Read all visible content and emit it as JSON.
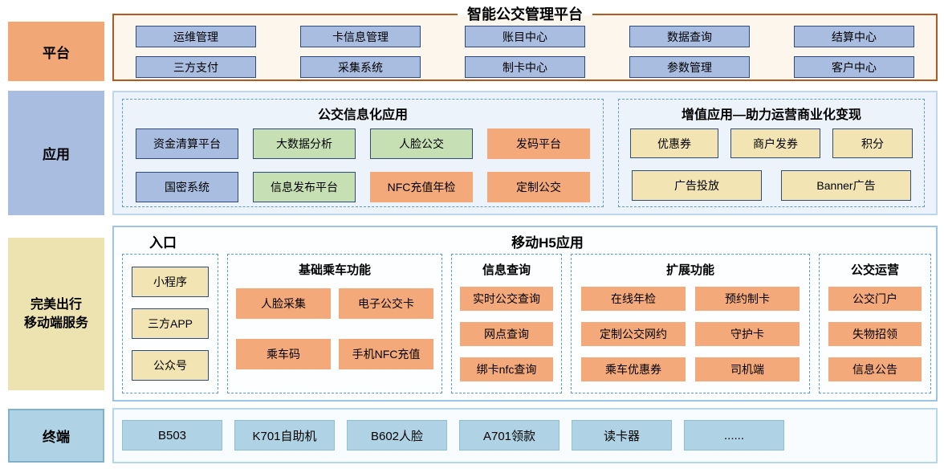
{
  "colors": {
    "platform_panel_bg": "#FDF6EC",
    "platform_panel_border": "#AE5A21",
    "platform_label_fill": "#F2A876",
    "app_panel_bg": "#EDF3FA",
    "app_label_fill": "#A9BDE1",
    "mobile_label_fill": "#EDE3B0",
    "terminal_label_fill": "#AFD2E4",
    "blue_box": "#A9BDE1",
    "green_box": "#C6E0B4",
    "orange_box": "#F4A97B",
    "yellow_box": "#F2E5B3",
    "lightblue_box": "#AFD3E4",
    "dark_box_border": "#2F4A7D",
    "dashed_border": "#5B9BD5"
  },
  "platform": {
    "label": "平台",
    "title": "智能公交管理平台",
    "items": [
      "运维管理",
      "卡信息管理",
      "账目中心",
      "数据查询",
      "结算中心",
      "三方支付",
      "采集系统",
      "制卡中心",
      "参数管理",
      "客户中心"
    ]
  },
  "application": {
    "label": "应用",
    "info_group": {
      "title": "公交信息化应用",
      "items": [
        {
          "label": "资金清算平台",
          "style": "blue"
        },
        {
          "label": "大数据分析",
          "style": "green"
        },
        {
          "label": "人脸公交",
          "style": "green"
        },
        {
          "label": "发码平台",
          "style": "orange"
        },
        {
          "label": "国密系统",
          "style": "blue"
        },
        {
          "label": "信息发布平台",
          "style": "green"
        },
        {
          "label": "NFC充值年检",
          "style": "orange"
        },
        {
          "label": "定制公交",
          "style": "orange"
        }
      ]
    },
    "value_group": {
      "title": "增值应用—助力运营商业化变现",
      "row1": [
        "优惠券",
        "商户发券",
        "积分"
      ],
      "row2": [
        "广告投放",
        "Banner广告"
      ]
    }
  },
  "mobile": {
    "label_line1": "完美出行",
    "label_line2": "移动端服务",
    "entry_title": "入口",
    "h5_title": "移动H5应用",
    "entry_items": [
      "小程序",
      "三方APP",
      "公众号"
    ],
    "columns": [
      {
        "title": "基础乘车功能",
        "items": [
          "人脸采集",
          "电子公交卡",
          "乘车码",
          "手机NFC充值"
        ]
      },
      {
        "title": "信息查询",
        "items": [
          "实时公交查询",
          "网点查询",
          "绑卡nfc查询"
        ]
      },
      {
        "title": "扩展功能",
        "items": [
          "在线年检",
          "预约制卡",
          "定制公交网约",
          "守护卡",
          "乘车优惠券",
          "司机端"
        ]
      },
      {
        "title": "公交运营",
        "items": [
          "公交门户",
          "失物招领",
          "信息公告"
        ]
      }
    ]
  },
  "terminal": {
    "label": "终端",
    "items": [
      "B503",
      "K701自助机",
      "B602人脸",
      "A701领款",
      "读卡器",
      "......"
    ]
  }
}
